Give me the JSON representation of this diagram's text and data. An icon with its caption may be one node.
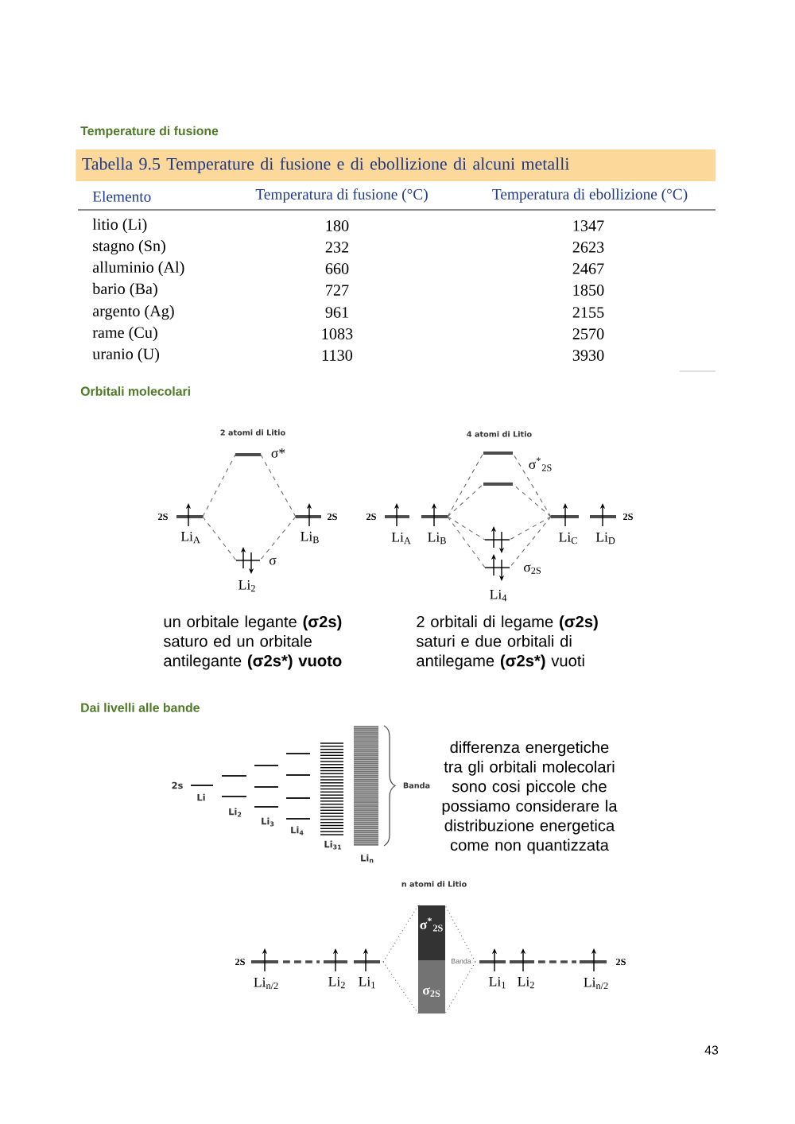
{
  "diagram": {
    "labels": [
      "Temperature di fusione",
      "Tabella 9.5 Temperature di fusione e di ebollizione di alcuni metalli",
      "Elemento",
      "Temperatura di fusione (°C)",
      "Temperatura di ebollizione (°C)",
      "litio (Li)",
      "180",
      "1347",
      "stagno (Sn)",
      "232",
      "2623",
      "alluminio (Al)",
      "660",
      "2467",
      "bario (Ba)",
      "727",
      "1850",
      "argento (Ag)",
      "961",
      "2155",
      "rame (Cu)",
      "1083",
      "2570",
      "uranio (U)",
      "1130",
      "3930",
      "Orbitali molecolari",
      "2 atomi di Litio",
      "σ*",
      "2S",
      "2S",
      "Li$_{A}$",
      "Li$_{B}$",
      "σ",
      "Li$_{2}$",
      "4 atomi di Litio",
      "σ$^{*}$$_{2S}$",
      "2S",
      "Li$_{A}$",
      "Li$_{B}$",
      "2S",
      "Li$_{C}$",
      "Li$_{D}$",
      "σ$_{2S}$",
      "Li$_{4}$",
      "un orbitale legante **(σ2s)** saturo ed un orbitale antilegante **(σ2s*) vuoto**",
      "2 orbitali di legame **(σ2s)** saturi e due orbitali di antilegame **(σ2s*)** vuoti",
      "Dai livelli alle bande",
      "2s",
      "Li",
      "Li$_{2}$",
      "Li$_{3}$",
      "Li$_{4}$",
      "Li$_{31}$",
      "Li$_{n}$",
      "Banda",
      "differenza energetiche tra gli orbitali molecolari sono cosi piccole che possiamo considerare la distribuzione energetica come non quantizzata",
      "n atomi di Litio",
      "σ$^{*}$$_{2S}$",
      "Banda",
      "σ$_{2S}$",
      "2S",
      "Li$_{n/2}$",
      "Li$_{2}$",
      "Li$_{1}$",
      "Li$_{1}$",
      "Li$_{2}$",
      "Li$_{n/2}$",
      "2S",
      "43"
    ]
  }
}
